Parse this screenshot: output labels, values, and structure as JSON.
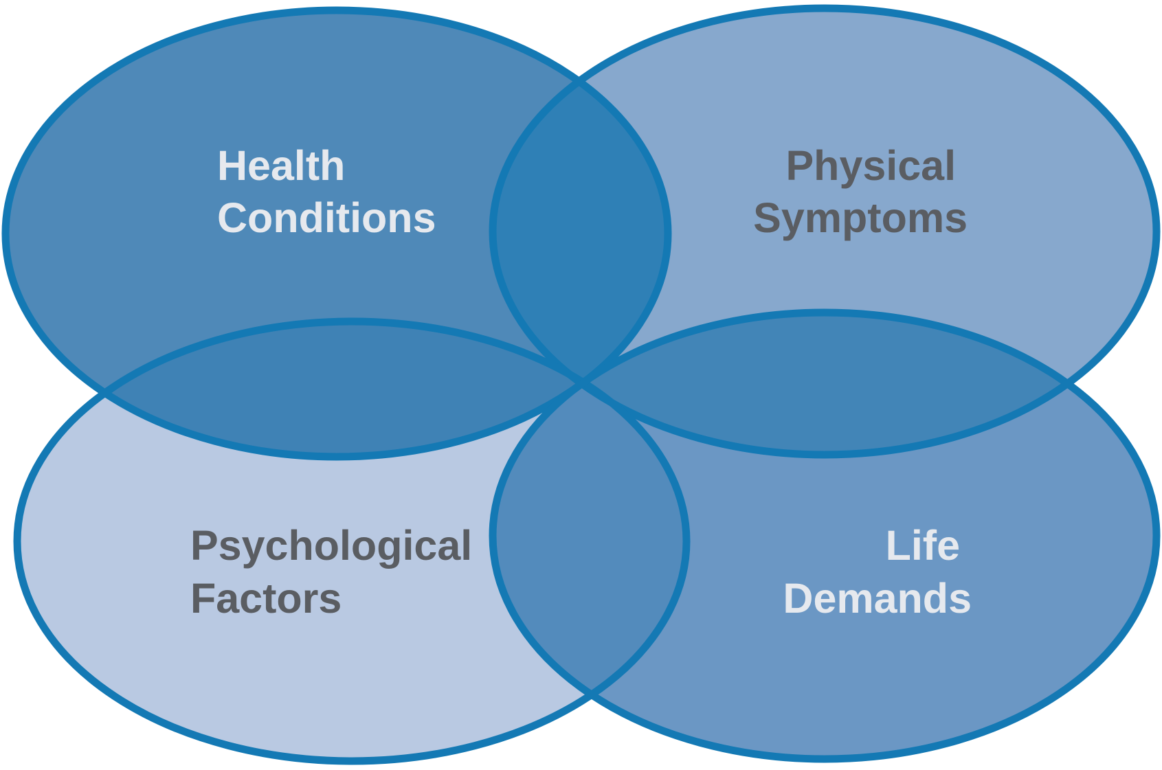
{
  "diagram": {
    "type": "venn",
    "sets": [
      {
        "id": "health",
        "lines": [
          "Health",
          "Conditions"
        ],
        "fill": "#4f89b8",
        "text_color": "#e6e9ee"
      },
      {
        "id": "physical",
        "lines": [
          "Physical",
          "Symptoms"
        ],
        "fill": "#87a8cd",
        "text_color": "#5a5d62"
      },
      {
        "id": "psych",
        "lines": [
          "Psychological",
          "Factors"
        ],
        "fill": "#b9c9e2",
        "text_color": "#5a5d62"
      },
      {
        "id": "life",
        "lines": [
          "Life",
          "Demands"
        ],
        "fill": "#6b97c4",
        "text_color": "#e6e9ee"
      }
    ],
    "colors": {
      "stroke": "#1479b4",
      "overlap_top": "#2f80b6",
      "overlap_bottom": "#538bbc",
      "overlap_left": "#3f82b5",
      "overlap_right": "#4285b7"
    }
  }
}
